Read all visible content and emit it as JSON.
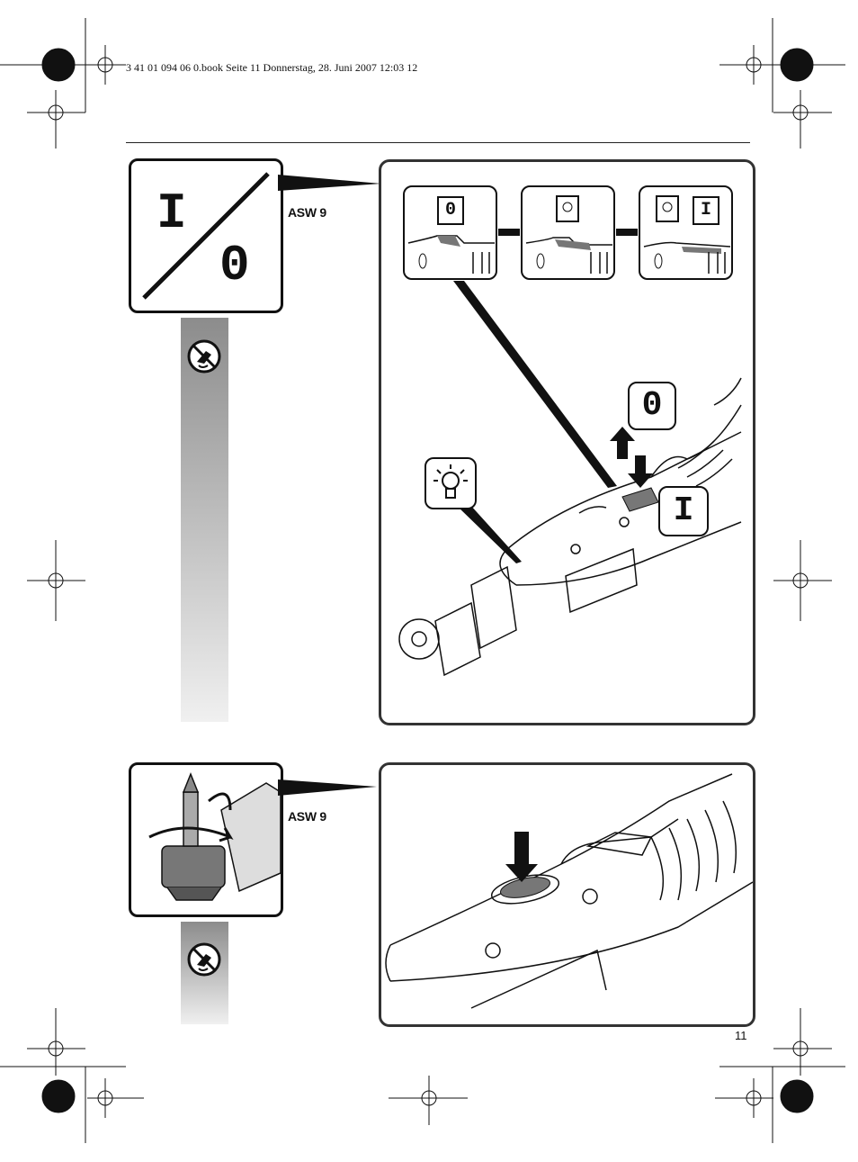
{
  "header": {
    "text": "3 41 01 094 06 0.book  Seite 11  Donnerstag, 28. Juni 2007  12:03 12"
  },
  "sections": [
    {
      "model_label": "ASW 9",
      "icon_symbols": {
        "on": "I",
        "off": "0"
      }
    },
    {
      "model_label": "ASW 9"
    }
  ],
  "switch_states": {
    "off": "0",
    "on": "I"
  },
  "page_number": "11",
  "icons": {
    "on_off": "on-off-icon",
    "lamp": "light-bulb-icon",
    "no_screwdriving": "no-screwdriving-icon",
    "bit_rotation": "bit-rotation-icon",
    "registration_mark": "crosshair-mark-icon"
  },
  "colors": {
    "frame": "#333333",
    "switch_fill": "#777777"
  }
}
